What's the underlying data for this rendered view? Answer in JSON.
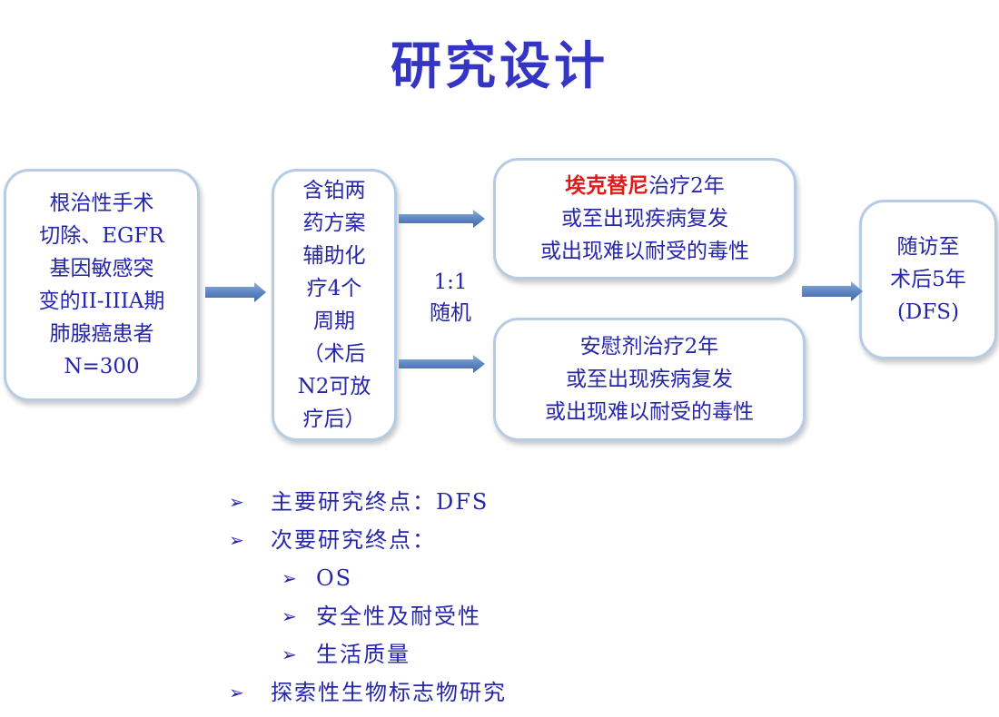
{
  "title": "研究设计",
  "boxes": {
    "patients": [
      "根治性手术",
      "切除、EGFR",
      "基因敏感突",
      "变的II-IIIA期",
      "肺腺癌患者",
      "N=300"
    ],
    "chemo": [
      "含铂两",
      "药方案",
      "辅助化",
      "疗4个",
      "周期",
      "（术后",
      "N2可放",
      "疗后）"
    ],
    "arm1": {
      "drug": "埃克替尼",
      "line1_rest": "治疗2年",
      "line2": "或至出现疾病复发",
      "line3": "或出现难以耐受的毒性"
    },
    "arm2": [
      "安慰剂治疗2年",
      "或至出现疾病复发",
      "或出现难以耐受的毒性"
    ],
    "followup": [
      "随访至",
      "术后5年",
      "(DFS)"
    ]
  },
  "randomization": [
    "1:1",
    "随机"
  ],
  "endpoints": [
    {
      "level": 1,
      "text": "主要研究终点：DFS"
    },
    {
      "level": 1,
      "text": "次要研究终点："
    },
    {
      "level": 2,
      "text": "OS"
    },
    {
      "level": 2,
      "text": "安全性及耐受性"
    },
    {
      "level": 2,
      "text": "生活质量"
    },
    {
      "level": 1,
      "text": "探索性生物标志物研究"
    }
  ],
  "bullet_glyph": "➢",
  "colors": {
    "text": "#2626aa",
    "title": "#3535c4",
    "highlight": "#e01a1a",
    "border": "#b6cbe4",
    "arrow": "#5f86c2"
  }
}
